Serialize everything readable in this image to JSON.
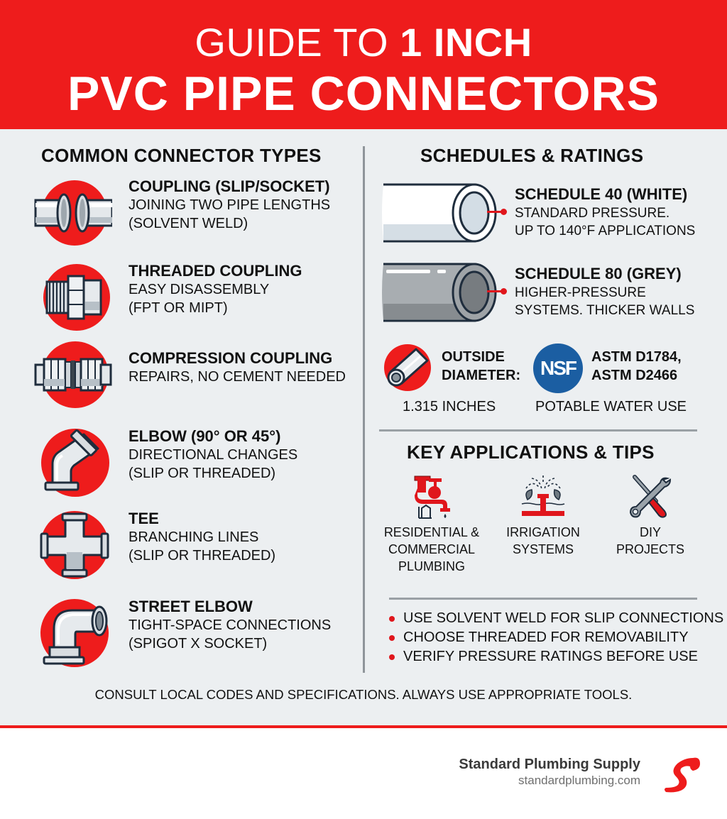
{
  "header": {
    "title_prefix": "GUIDE TO ",
    "title_emphasis": "1 INCH",
    "title_line2": "PVC PIPE CONNECTORS"
  },
  "connectors": {
    "title": "COMMON CONNECTOR TYPES",
    "items": [
      {
        "icon": "slip-coupling-icon",
        "name": "COUPLING (SLIP/SOCKET)",
        "desc1": "JOINING TWO PIPE LENGTHS",
        "desc2": "(SOLVENT WELD)"
      },
      {
        "icon": "threaded-coupling-icon",
        "name": "THREADED COUPLING",
        "desc1": "EASY DISASSEMBLY",
        "desc2": "(FPT OR MIPT)"
      },
      {
        "icon": "compression-coupling-icon",
        "name": "COMPRESSION COUPLING",
        "desc1": "REPAIRS, NO CEMENT NEEDED",
        "desc2": ""
      },
      {
        "icon": "elbow-icon",
        "name": "ELBOW (90° OR 45°)",
        "desc1": "DIRECTIONAL CHANGES",
        "desc2": "(SLIP OR THREADED)"
      },
      {
        "icon": "tee-icon",
        "name": "TEE",
        "desc1": "BRANCHING LINES",
        "desc2": "(SLIP OR THREADED)"
      },
      {
        "icon": "street-elbow-icon",
        "name": "STREET ELBOW",
        "desc1": "TIGHT-SPACE CONNECTIONS",
        "desc2": "(SPIGOT X SOCKET)"
      }
    ]
  },
  "schedules": {
    "title": "SCHEDULES & RATINGS",
    "items": [
      {
        "icon": "white-pipe-icon",
        "name": "SCHEDULE 40 (WHITE)",
        "desc1": "STANDARD PRESSURE.",
        "desc2": "UP TO 140°F APPLICATIONS"
      },
      {
        "icon": "grey-pipe-icon",
        "name": "SCHEDULE 80 (GREY)",
        "desc1": "HIGHER-PRESSURE",
        "desc2": "SYSTEMS. THICKER WALLS"
      }
    ],
    "outside_diameter": {
      "label1": "OUTSIDE",
      "label2": "DIAMETER:",
      "value": "1.315 INCHES"
    },
    "certification": {
      "badge": "NSF",
      "label1": "ASTM D1784,",
      "label2": "ASTM D2466",
      "value": "POTABLE WATER USE"
    }
  },
  "applications": {
    "title": "KEY APPLICATIONS & TIPS",
    "items": [
      {
        "icon": "faucet-icon",
        "line1": "RESIDENTIAL &",
        "line2": "COMMERCIAL",
        "line3": "PLUMBING"
      },
      {
        "icon": "sprinkler-icon",
        "line1": "IRRIGATION",
        "line2": "SYSTEMS",
        "line3": ""
      },
      {
        "icon": "tools-icon",
        "line1": "DIY",
        "line2": "PROJECTS",
        "line3": ""
      }
    ],
    "tips": [
      "USE SOLVENT WELD FOR SLIP CONNECTIONS",
      "CHOOSE THREADED FOR REMOVABILITY",
      "VERIFY PRESSURE RATINGS BEFORE USE"
    ]
  },
  "disclaimer": "CONSULT LOCAL CODES AND SPECIFICATIONS. ALWAYS USE APPROPRIATE TOOLS.",
  "footer": {
    "brand_name": "Standard Plumbing Supply",
    "brand_url": "standardplumbing.com"
  },
  "colors": {
    "accent_red": "#ee1c1c",
    "outline_navy": "#1f2d3d",
    "nsf_blue": "#1b5ea2",
    "background": "#eceff1"
  }
}
